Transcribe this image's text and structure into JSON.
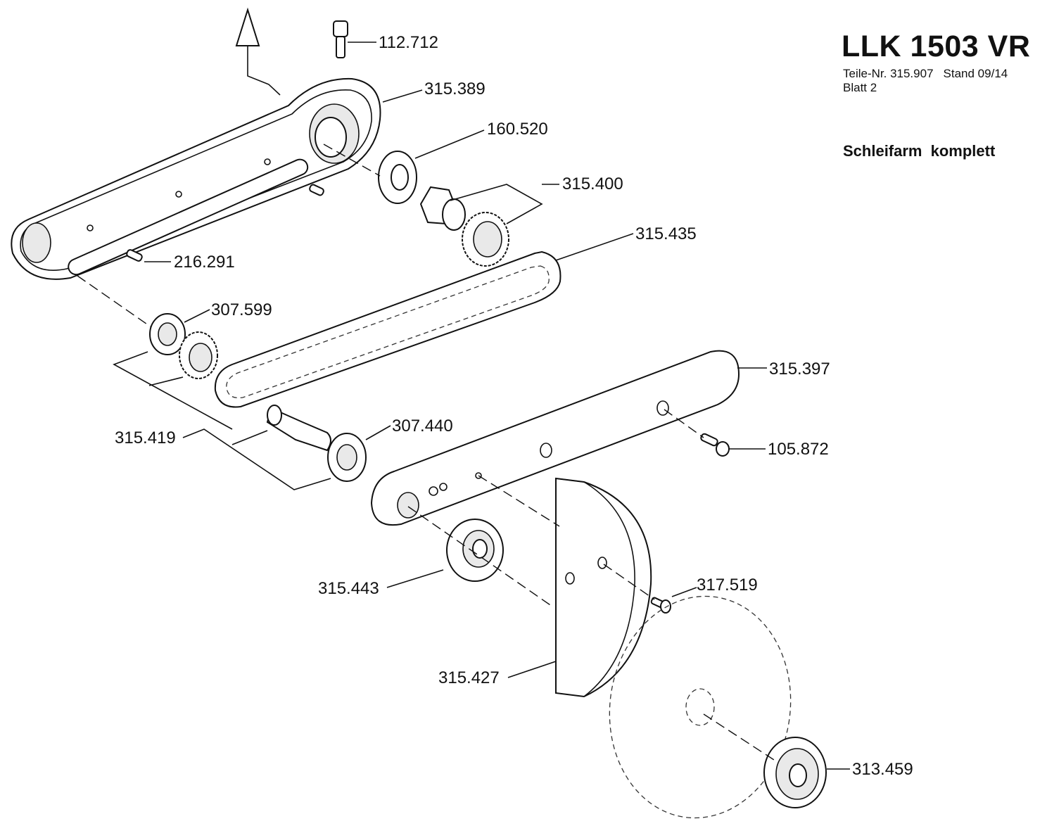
{
  "header": {
    "title": "LLK 1503 VR",
    "part_number": "Teile-Nr. 315.907",
    "stand": "Stand 09/14",
    "sheet": "Blatt 2",
    "subtitle": "Schleifarm  komplett"
  },
  "diagram": {
    "type": "exploded-parts-drawing",
    "callouts": [
      "112.712",
      "315.389",
      "160.520",
      "315.400",
      "216.291",
      "315.435",
      "307.599",
      "315.397",
      "315.419",
      "307.440",
      "105.872",
      "315.443",
      "317.519",
      "315.427",
      "313.459"
    ]
  }
}
